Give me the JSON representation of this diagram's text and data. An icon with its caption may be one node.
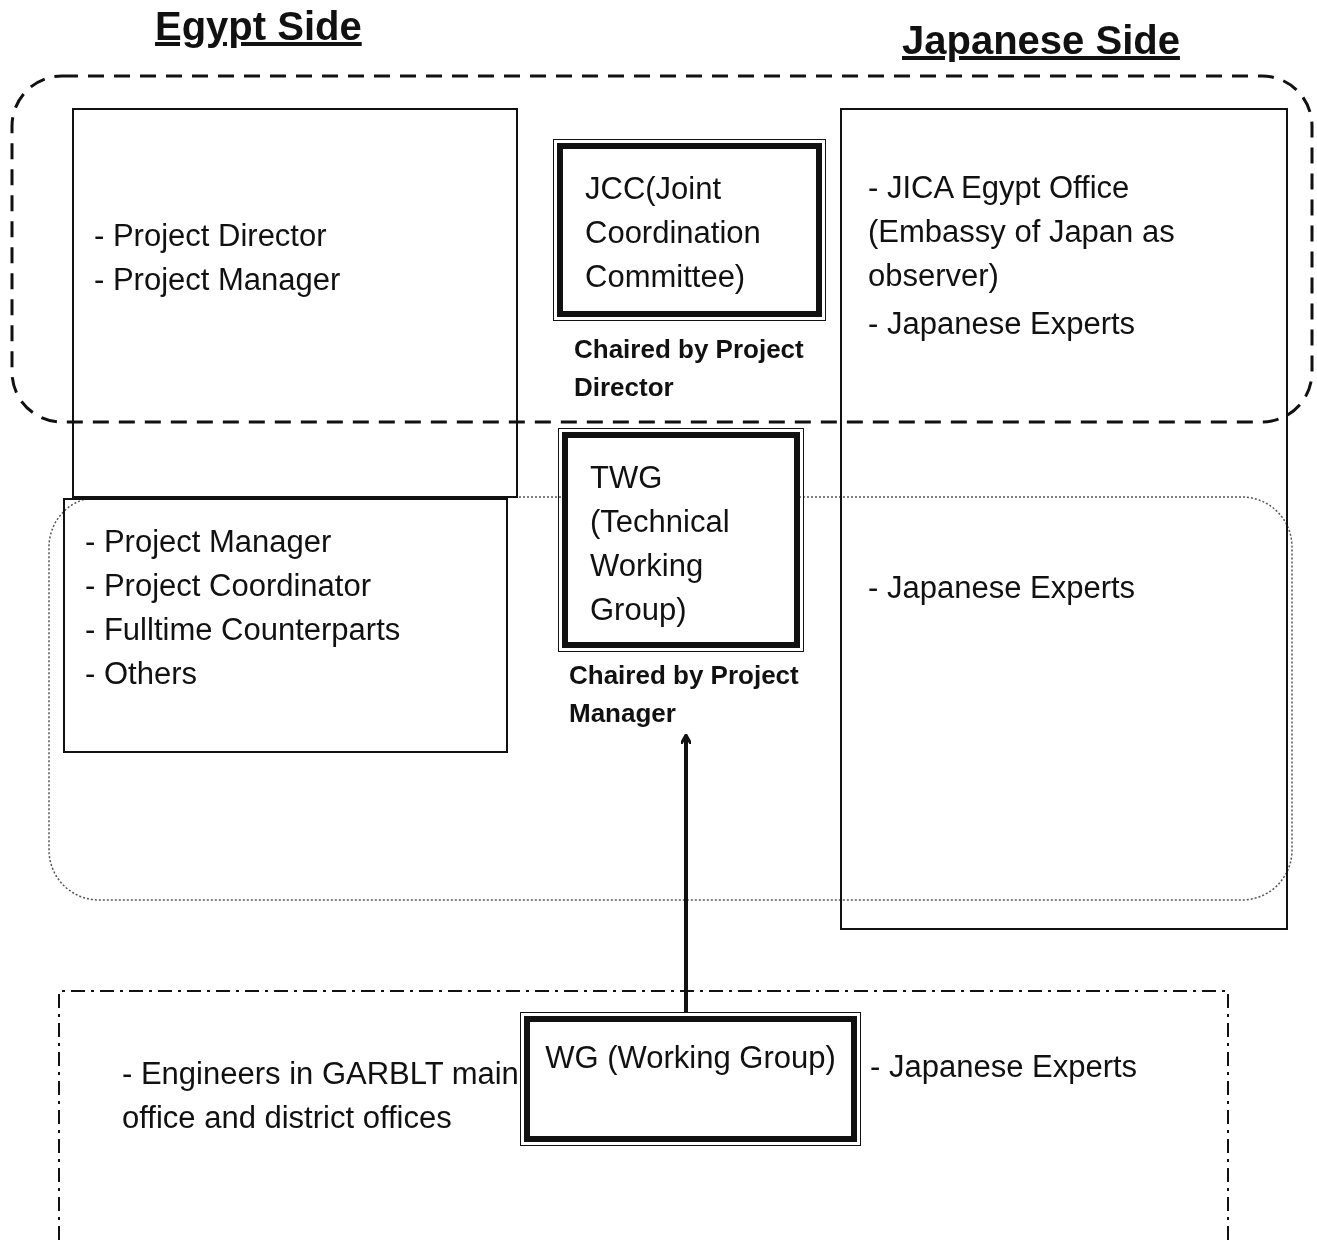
{
  "diagram": {
    "nodes": [
      {
        "text": [
          "- Project Director",
          "- Project Manager"
        ]
      },
      {
        "text": [
          "JCC(Joint Coordination Committee)"
        ],
        "beside": [
          "Chaired by Project Director"
        ]
      },
      {
        "text": [
          "- JICA Egypt Office (Embassy of Japan as observer)",
          "- Japanese Experts",
          "- Japanese Experts"
        ]
      },
      {
        "text": [
          "- Project Manager",
          "- Project Coordinator",
          "- Fulltime Counterparts",
          "- Others"
        ]
      },
      {
        "text": [
          "TWG (Technical Working Group)"
        ],
        "beside": [
          "Chaired by Project Manager"
        ]
      },
      {
        "text": [
          "WG (Working Group)"
        ]
      }
    ],
    "edges": [
      {
        "from": 5,
        "to": 4,
        "arrow": "to"
      }
    ],
    "labels": [
      "Egypt Side",
      "Japanese Side",
      "- Engineers in GARBLT main office and district offices",
      "- Japanese Experts"
    ]
  }
}
